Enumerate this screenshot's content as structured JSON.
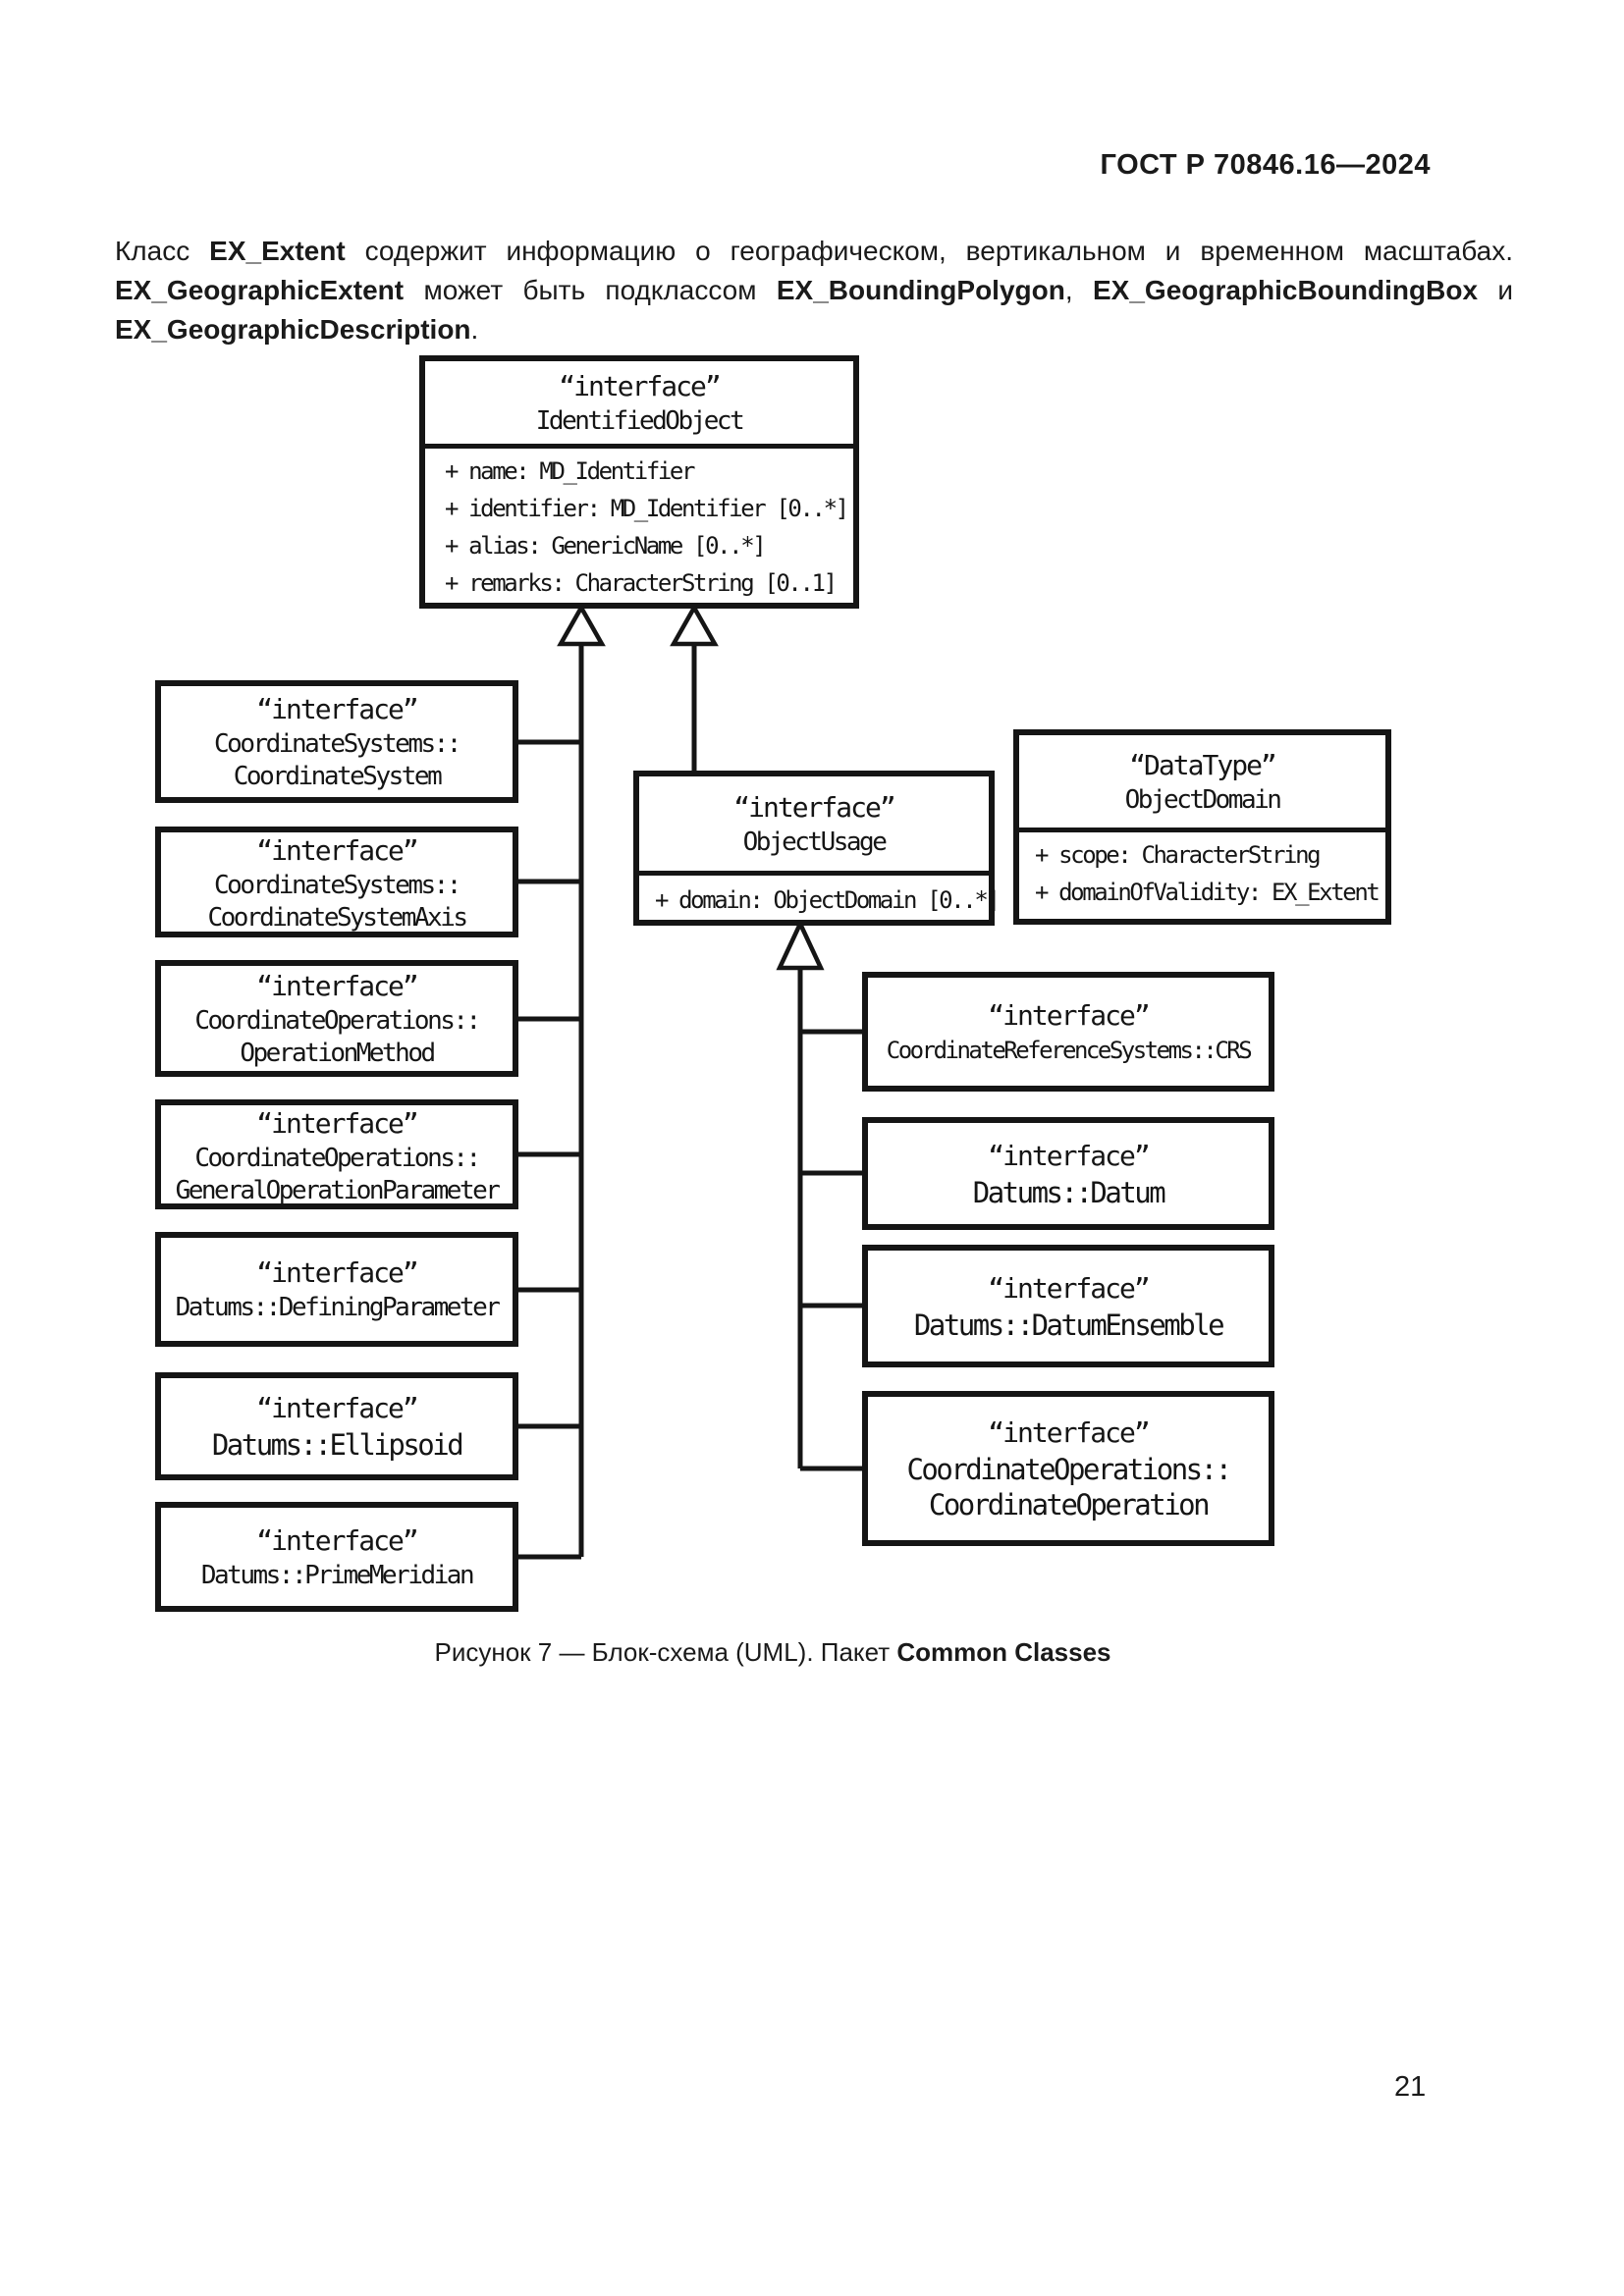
{
  "page": {
    "standard_code": "ГОСТ Р 70846.16—2024",
    "page_number": "21"
  },
  "paragraph": {
    "seg_1": "Класс ",
    "seg_2_bold": "EX_Extent",
    "seg_3": " содержит информацию о географическом, вертикальном и временном масштабах. ",
    "seg_4_bold": "EX_GeographicExtent",
    "seg_5": " может быть подклассом ",
    "seg_6_bold": "EX_BoundingPolygon",
    "seg_7": ", ",
    "seg_8_bold": "EX_GeographicBoundingBox",
    "seg_9": " и ",
    "seg_10_bold": "EX_GeographicDescription",
    "seg_11": "."
  },
  "diagram": {
    "identified_object": {
      "stereotype": "“interface”",
      "name": "IdentifiedObject",
      "attrs": [
        "+ name: MD_Identifier",
        "+ identifier: MD_Identifier [0..*]",
        "+ alias: GenericName [0..*]",
        "+ remarks: CharacterString [0..1]"
      ]
    },
    "coordinate_system": {
      "stereotype": "“interface”",
      "line1": "CoordinateSystems::",
      "line2": "CoordinateSystem"
    },
    "coordinate_system_axis": {
      "stereotype": "“interface”",
      "line1": "CoordinateSystems::",
      "line2": "CoordinateSystemAxis"
    },
    "operation_method": {
      "stereotype": "“interface”",
      "line1": "CoordinateOperations::",
      "line2": "OperationMethod"
    },
    "general_operation_parameter": {
      "stereotype": "“interface”",
      "line1": "CoordinateOperations::",
      "line2": "GeneralOperationParameter"
    },
    "defining_parameter": {
      "stereotype": "“interface”",
      "line1": "Datums::DefiningParameter"
    },
    "ellipsoid": {
      "stereotype": "“interface”",
      "line1": "Datums::Ellipsoid"
    },
    "prime_meridian": {
      "stereotype": "“interface”",
      "line1": "Datums::PrimeMeridian"
    },
    "object_usage": {
      "stereotype": "“interface”",
      "name": "ObjectUsage",
      "attrs": [
        "+ domain: ObjectDomain [0..*]"
      ]
    },
    "object_domain": {
      "stereotype": "“DataType”",
      "name": "ObjectDomain",
      "attrs": [
        "+ scope: CharacterString",
        "+ domainOfValidity: EX_Extent"
      ]
    },
    "crs": {
      "stereotype": "“interface”",
      "line1": "CoordinateReferenceSystems::CRS"
    },
    "datum": {
      "stereotype": "“interface”",
      "line1": "Datums::Datum"
    },
    "datum_ensemble": {
      "stereotype": "“interface”",
      "line1": "Datums::DatumEnsemble"
    },
    "coordinate_operation": {
      "stereotype": "“interface”",
      "line1": "CoordinateOperations::",
      "line2": "CoordinateOperation"
    }
  },
  "caption": {
    "text": "Рисунок 7 — Блок-схема (UML). Пакет ",
    "bold": "Common Classes"
  }
}
